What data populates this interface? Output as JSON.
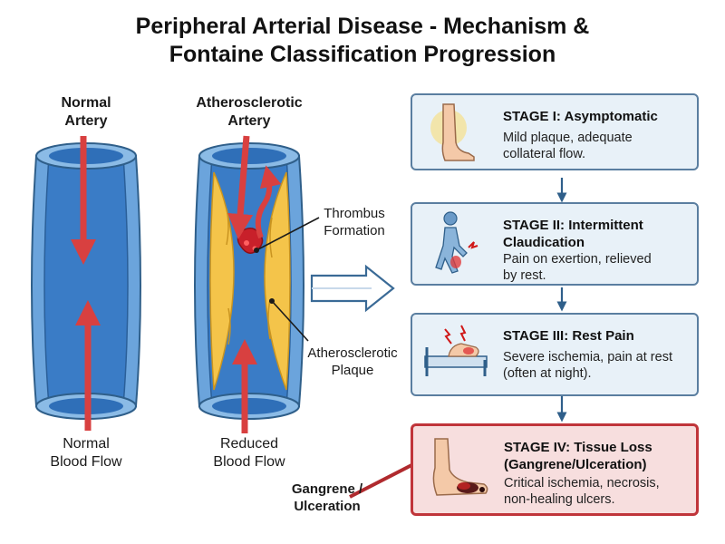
{
  "title": {
    "line1": "Peripheral Arterial Disease - Mechanism &",
    "line2": "Fontaine Classification Progression"
  },
  "normal_artery": {
    "label_line1": "Normal",
    "label_line2": "Artery",
    "flow_line1": "Normal",
    "flow_line2": "Blood Flow"
  },
  "diseased_artery": {
    "label_line1": "Atherosclerotic",
    "label_line2": "Artery",
    "flow_line1": "Reduced",
    "flow_line2": "Blood Flow"
  },
  "annotations": {
    "thrombus_line1": "Thrombus",
    "thrombus_line2": "Formation",
    "plaque_line1": "Atherosclerotic",
    "plaque_line2": "Plaque",
    "gangrene_line1": "Gangrene /",
    "gangrene_line2": "Ulceration"
  },
  "stages": [
    {
      "heading_line1": "STAGE I: Asymptomatic",
      "heading_line2": "",
      "desc_line1": "Mild plaque, adequate",
      "desc_line2": "collateral flow.",
      "icon": "leg-icon"
    },
    {
      "heading_line1": "STAGE II: Intermittent",
      "heading_line2": "Claudication",
      "desc_line1": "Pain on exertion, relieved",
      "desc_line2": "by rest.",
      "icon": "walking-person-icon"
    },
    {
      "heading_line1": "STAGE III: Rest Pain",
      "heading_line2": "",
      "desc_line1": "Severe ischemia, pain at rest",
      "desc_line2": "(often at night).",
      "icon": "bed-foot-pain-icon"
    },
    {
      "heading_line1": "STAGE IV: Tissue Loss",
      "heading_line2": "(Gangrene/Ulceration)",
      "desc_line1": "Critical ischemia, necrosis,",
      "desc_line2": "non-healing ulcers.",
      "icon": "gangrenous-foot-icon"
    }
  ],
  "colors": {
    "vessel_outer": "#4f8fd0",
    "vessel_inner": "#3a7cc6",
    "plaque": "#f4c44a",
    "arrow_red": "#d84040",
    "stage_bg": "#e8f1f8",
    "stage_border": "#5a7ea0",
    "critical_bg": "#f7dede",
    "critical_border": "#c0353a"
  }
}
